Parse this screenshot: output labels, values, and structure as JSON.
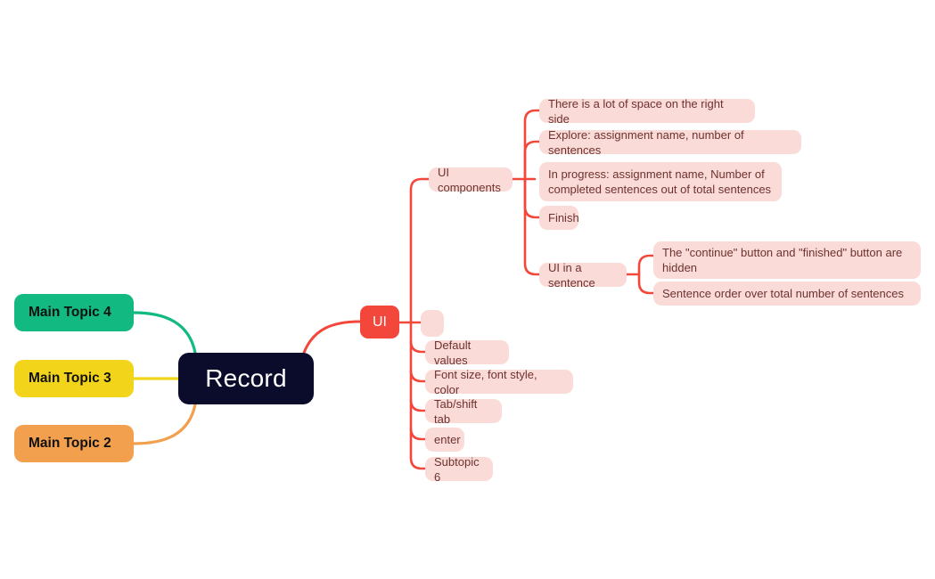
{
  "diagram": {
    "type": "mind-map",
    "title": "Record",
    "background": "#ffffff",
    "colors": {
      "root_bg": "#0B0B2B",
      "root_text": "#FFFFFF",
      "green": "#12B981",
      "yellow": "#F2D51B",
      "orange": "#F2A04E",
      "red": "#F4473C",
      "pink_bg": "#FADBD7",
      "pink_text": "#6E322F"
    }
  },
  "root": {
    "label": "Record"
  },
  "main_topics": [
    {
      "label": "Main Topic 4",
      "color": "#12B981"
    },
    {
      "label": "Main Topic 3",
      "color": "#F2D51B"
    },
    {
      "label": "Main Topic 2",
      "color": "#F2A04E"
    }
  ],
  "ui_branch": {
    "label": "UI",
    "color": "#F4473C",
    "children": [
      {
        "label": "UI components",
        "children": [
          {
            "label": "There is a lot of space on the right side"
          },
          {
            "label": "Explore: assignment name, number of sentences"
          },
          {
            "label": "In progress: assignment name, Number of\ncompleted sentences out of total sentences"
          },
          {
            "label": "Finish"
          },
          {
            "label": "UI in a sentence",
            "children": [
              {
                "label": "The \"continue\" button and \"finished\" button are\nhidden"
              },
              {
                "label": "Sentence order over total number of sentences"
              }
            ]
          }
        ]
      },
      {
        "label": ""
      },
      {
        "label": "Default values"
      },
      {
        "label": "Font size, font style, color"
      },
      {
        "label": "Tab/shift tab"
      },
      {
        "label": "enter"
      },
      {
        "label": "Subtopic 6"
      }
    ]
  }
}
